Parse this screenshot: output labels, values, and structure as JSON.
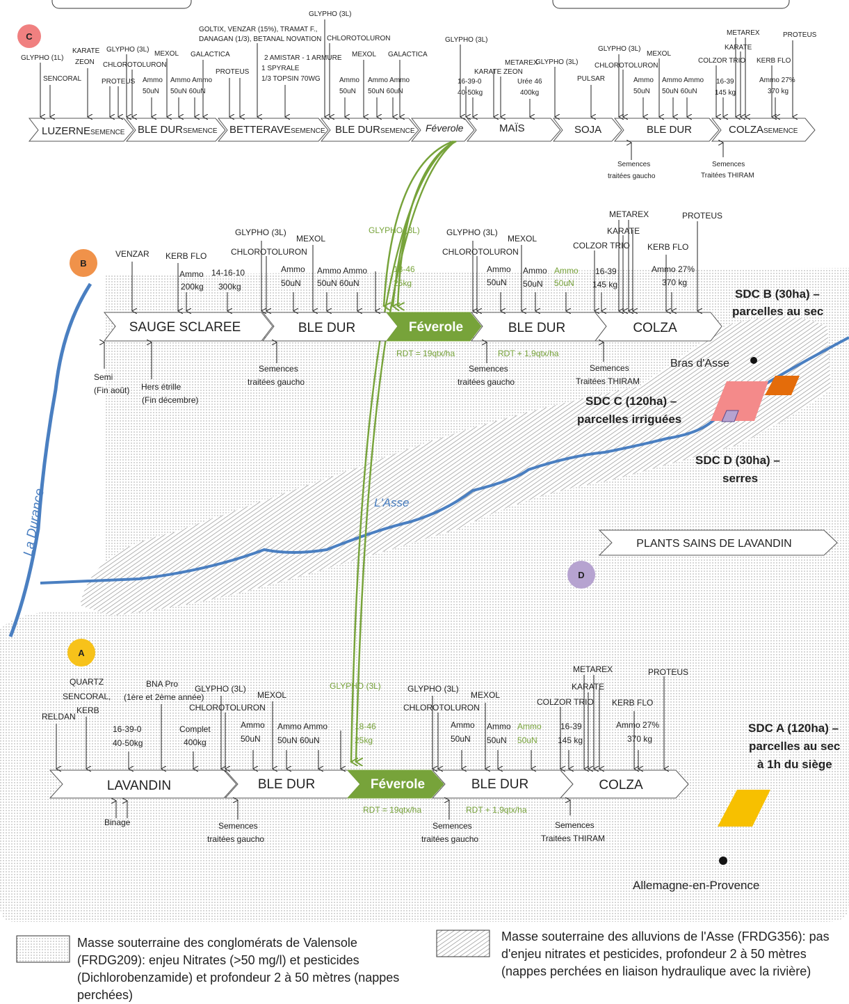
{
  "top_boxes": [
    "",
    ""
  ],
  "section_c": {
    "badge": "C",
    "segments": [
      {
        "main": "LUZERNE",
        "sub": "SEMENCE"
      },
      {
        "main": "BLE DUR",
        "sub": "SEMENCE"
      },
      {
        "main": "BETTERAVE",
        "sub": "SEMENCE"
      },
      {
        "main": "BLE DUR",
        "sub": "SEMENCE"
      },
      {
        "main": "Féverole",
        "sub": ""
      },
      {
        "main": "MAÏS",
        "sub": ""
      },
      {
        "main": "SOJA",
        "sub": ""
      },
      {
        "main": "BLE DUR",
        "sub": ""
      },
      {
        "main": "COLZA",
        "sub": "SEMENCE"
      }
    ],
    "labels": {
      "glypho1l": "GLYPHO (1L)",
      "sencoral": "SENCORAL",
      "karate": "KARATE",
      "zeon": "ZEON",
      "glypho3l_a": "GLYPHO (3L)",
      "mexol_a": "MEXOL",
      "galactica_a": "GALACTICA",
      "chloro_a": "CHLOROTOLURON",
      "proteus_a": "PROTEUS",
      "ammo_a1": "Ammo",
      "ammo_a1b": "50uN",
      "ammo_a2": "Ammo Ammo",
      "ammo_a2b": "50uN  60uN",
      "goltix": "GOLTIX, VENZAR (15%), TRAMAT F.,",
      "danagan": "DANAGAN (1/3), BETANAL NOVATION",
      "proteus_b": "PROTEUS",
      "amistar": "2 AMISTAR - 1 ARMURE",
      "spyrale": "1 SPYRALE",
      "topsin": "1/3 TOPSIN 70WG",
      "glypho3l_b": "GLYPHO (3L)",
      "chloro_b": "CHLOROTOLURON",
      "mexol_b": "MEXOL",
      "galactica_b": "GALACTICA",
      "ammo_b1": "Ammo",
      "ammo_b1b": "50uN",
      "ammo_b2": "Ammo Ammo",
      "ammo_b2b": "50uN  60uN",
      "glypho3l_c": "GLYPHO (3L)",
      "f1639": "16-39-0",
      "f4050": "40-50kg",
      "metarex_c": "METAREX",
      "karate_zeon": "KARATE ZEON",
      "glypho3l_d": "GLYPHO (3L)",
      "uree": "Urée 46",
      "uree_kg": "400kg",
      "pulsar": "PULSAR",
      "glypho3l_e": "GLYPHO (3L)",
      "chloro_e": "CHLOROTOLURON",
      "mexol_e": "MEXOL",
      "ammo_e1": "Ammo",
      "ammo_e1b": "50uN",
      "ammo_e2": "Ammo Ammo",
      "ammo_e2b": "50uN  60uN",
      "metarex_f": "METAREX",
      "karate_f": "KARATE",
      "proteus_f": "PROTEUS",
      "colzor": "COLZOR TRIO",
      "kerb": "KERB FLO",
      "f1639b": "16-39",
      "f145": "145 kg",
      "ammo27": "Ammo 27%",
      "kg370": "370 kg",
      "sem_gaucho": "Semences",
      "sem_gaucho2": "traitées gaucho",
      "sem_thiram": "Semences",
      "sem_thiram2": "Traitées THIRAM"
    }
  },
  "section_b": {
    "badge": "B",
    "segments": [
      "SAUGE SCLAREE",
      "BLE DUR",
      "Féverole",
      "BLE DUR",
      "COLZA"
    ],
    "labels": {
      "venzar": "VENZAR",
      "kerb": "KERB FLO",
      "ammo200": "Ammo",
      "ammo200b": "200kg",
      "f141610": "14-16-10",
      "kg300": "300kg",
      "glypho3l_a": "GLYPHO (3L)",
      "chloro_a": "CHLOROTOLURON",
      "mexol_a": "MEXOL",
      "ammo_a1": "Ammo",
      "ammo_a1b": "50uN",
      "ammo_a2": "Ammo  Ammo",
      "ammo_a2b": "50uN   60uN",
      "glypho_green": "GLYPHO (3L)",
      "f1846": "18-46",
      "kg25": "25kg",
      "glypho3l_b": "GLYPHO (3L)",
      "chloro_b": "CHLOROTOLURON",
      "mexol_b": "MEXOL",
      "ammo_b1": "Ammo",
      "ammo_b1b": "50uN",
      "ammo_b2": "Ammo",
      "ammo_b2b": "50uN",
      "ammo_b3": "Ammo",
      "ammo_b3b": "50uN",
      "metarex": "METAREX",
      "karate": "KARATE",
      "proteus": "PROTEUS",
      "colzor": "COLZOR TRIO",
      "kerb2": "KERB FLO",
      "f1639": "16-39",
      "kg145": "145 kg",
      "ammo27": "Ammo 27%",
      "kg370": "370 kg",
      "semi": "Semi",
      "semi2": "(Fin août)",
      "herse": "Hers étrille",
      "herse2": "(Fin décembre)",
      "sem_g1": "Semences",
      "sem_g1b": "traitées gaucho",
      "rdt1": "RDT = 19qtx/ha",
      "rdt2": "RDT + 1,9qtx/ha",
      "sem_g2": "Semences",
      "sem_g2b": "traitées gaucho",
      "sem_t": "Semences",
      "sem_tb": "Traitées THIRAM"
    }
  },
  "section_a": {
    "badge": "A",
    "segments": [
      "LAVANDIN",
      "BLE DUR",
      "Féverole",
      "BLE DUR",
      "COLZA"
    ],
    "labels": {
      "reldan": "RELDAN",
      "quartz": "QUARTZ",
      "sencoral": "SENCORAL,",
      "kerb": "KERB",
      "f1639": "16-39-0",
      "kg4050": "40-50kg",
      "bna": "BNA Pro",
      "bna2": "(1ère et 2ème année)",
      "complet": "Complet",
      "kg400": "400kg",
      "glypho3l_a": "GLYPHO (3L)",
      "chloro_a": "CHLOROTOLURON",
      "mexol_a": "MEXOL",
      "ammo_a1": "Ammo",
      "ammo_a1b": "50uN",
      "ammo_a2": "Ammo Ammo",
      "ammo_a2b": "50uN   60uN",
      "glypho_green": "GLYPHO (3L)",
      "f1846": "18-46",
      "kg25": "25kg",
      "glypho3l_b": "GLYPHO (3L)",
      "chloro_b": "CHLOROTOLURON",
      "mexol_b": "MEXOL",
      "ammo_b1": "Ammo",
      "ammo_b1b": "50uN",
      "ammo_b2": "Ammo",
      "ammo_b2b": "50uN",
      "ammo_b3": "Ammo",
      "ammo_b3b": "50uN",
      "metarex": "METAREX",
      "karate": "KARATE",
      "proteus": "PROTEUS",
      "colzor": "COLZOR TRIO",
      "kerb2": "KERB FLO",
      "f1639b": "16-39",
      "kg145": "145 kg",
      "ammo27": "Ammo 27%",
      "kg370": "370 kg",
      "binage": "Binage",
      "sem_g1": "Semences",
      "sem_g1b": "traitées gaucho",
      "rdt1": "RDT = 19qtx/ha",
      "rdt2": "RDT + 1,9qtx/ha",
      "sem_g2": "Semences",
      "sem_g2b": "traitées gaucho",
      "sem_t": "Semences",
      "sem_tb": "Traitées THIRAM"
    }
  },
  "map": {
    "durance": "La Durance",
    "asse": "L'Asse",
    "sdc_b": "SDC B (30ha) –",
    "sdc_b2": "parcelles au sec",
    "bras": "Bras d'Asse",
    "sdc_c": "SDC C (120ha) –",
    "sdc_c2": "parcelles irriguées",
    "sdc_d": "SDC D (30ha) –",
    "sdc_d2": "serres",
    "plants": "PLANTS SAINS DE LAVANDIN",
    "badge_d": "D",
    "sdc_a": "SDC A (120ha) –",
    "sdc_a2": "parcelles au sec",
    "sdc_a3": "à 1h du siège",
    "allemagne": "Allemagne-en-Provence"
  },
  "legend": {
    "valensole": "Masse souterraine des conglomérats de Valensole (FRDG209): enjeu Nitrates (>50 mg/l) et pesticides (Dichlorobenzamide) et  profondeur 2 à 50 mètres (nappes perchées)",
    "asse": "Masse souterraine des alluvions de l'Asse (FRDG356): pas d'enjeu nitrates et pesticides,  profondeur 2 à 50 mètres (nappes perchées en liaison hydraulique avec la rivière)"
  },
  "colors": {
    "green": "#77a33a",
    "river": "#4a7fc1",
    "badge_c": "#f08080",
    "badge_b": "#f0924a",
    "badge_a": "#f7c21a",
    "badge_d": "#b6a3d0",
    "sdc_c": "#f48a8a",
    "sdc_orange": "#e46c0a",
    "sdc_a": "#f7c000"
  }
}
